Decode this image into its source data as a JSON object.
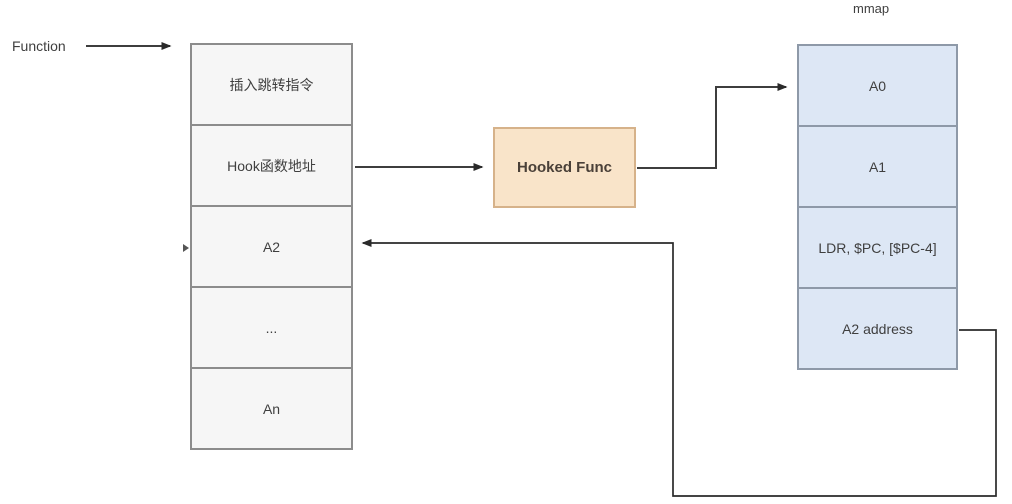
{
  "labels": {
    "function": "Function",
    "mmap": "mmap"
  },
  "function_stack": {
    "cells": [
      "插入跳转指令",
      "Hook函数地址",
      "A2",
      "...",
      "An"
    ]
  },
  "hooked_func": {
    "label": "Hooked Func"
  },
  "mmap_stack": {
    "cells": [
      "A0",
      "A1",
      "LDR, $PC, [$PC-4]",
      "A2 address"
    ]
  },
  "icons": {
    "arrows": [
      "function-arrow",
      "hook-address-arrow",
      "hooked-to-mmap-arrow",
      "a2-address-return-arrow"
    ]
  },
  "colors": {
    "stack_fill": "#f6f6f6",
    "stack_border": "#8c8c8c",
    "mmap_fill": "#dde7f5",
    "mmap_border": "#8e99a8",
    "hooked_fill": "#f9e4c9",
    "hooked_border": "#d6b28a",
    "arrow": "#3d3d3d",
    "arrow_dark": "#2a2a2a",
    "text": "#3f3f3f"
  }
}
